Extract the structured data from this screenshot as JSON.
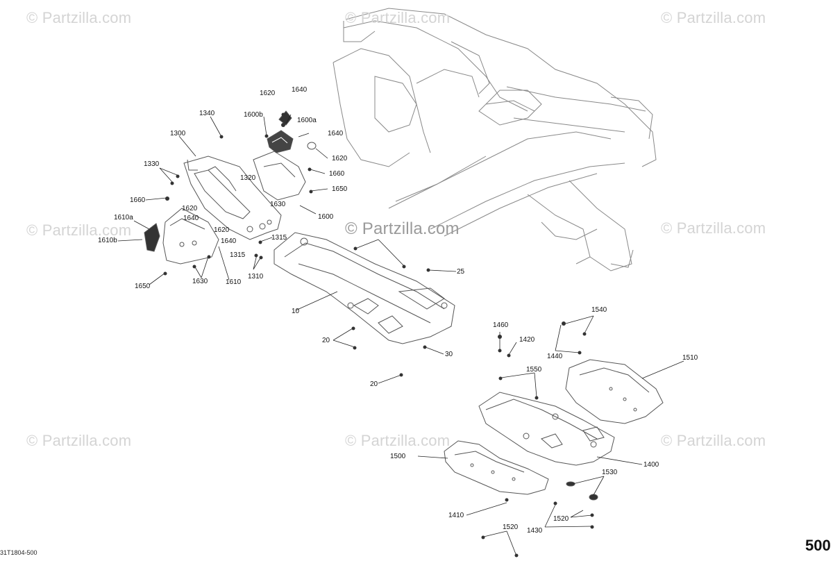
{
  "watermark": "© Partzilla.com",
  "diagram_ref": "31T1804-500",
  "page_number": "500",
  "callouts": {
    "c1340": "1340",
    "c1300": "1300",
    "c1330": "1330",
    "c1660a": "1660",
    "c1620a": "1620",
    "c1610a": "1610a",
    "c1640a": "1640",
    "c1620b": "1620",
    "c1610b": "1610b",
    "c1640b": "1640",
    "c1650a": "1650",
    "c1630a": "1630",
    "c1610": "1610",
    "c1315a": "1315",
    "c1315b": "1315",
    "c1310": "1310",
    "c1620c": "1620",
    "c1640c": "1640",
    "c1600b": "1600b",
    "c1600a": "1600a",
    "c1640d": "1640",
    "c1620d": "1620",
    "c1320": "1320",
    "c1660b": "1660",
    "c1650b": "1650",
    "c1630b": "1630",
    "c1600": "1600",
    "c25": "25",
    "c10": "10",
    "c20a": "20",
    "c30": "30",
    "c20b": "20",
    "c1460": "1460",
    "c1420": "1420",
    "c1440": "1440",
    "c1540": "1540",
    "c1550": "1550",
    "c1510": "1510",
    "c1500": "1500",
    "c1400": "1400",
    "c1530": "1530",
    "c1410": "1410",
    "c1520a": "1520",
    "c1430": "1430",
    "c1520b": "1520"
  }
}
